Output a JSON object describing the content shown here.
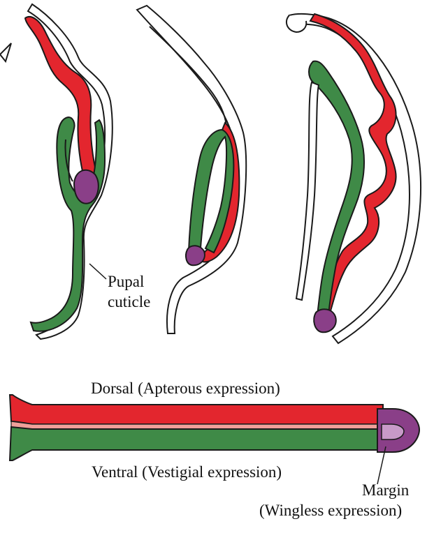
{
  "labels": {
    "pupal": "Pupal",
    "cuticle": "cuticle",
    "dorsal": "Dorsal (Apterous expression)",
    "ventral": "Ventral (Vestigial expression)",
    "margin": "Margin",
    "wingless": "(Wingless expression)"
  },
  "colors": {
    "dorsal": "#e3262e",
    "ventral": "#3f8a47",
    "margin": "#8a3f88",
    "margin_inner": "#c89ac8",
    "interface": "#f0a09a",
    "outline": "#1a1a1a",
    "cuticle_fill": "#ffffff"
  }
}
